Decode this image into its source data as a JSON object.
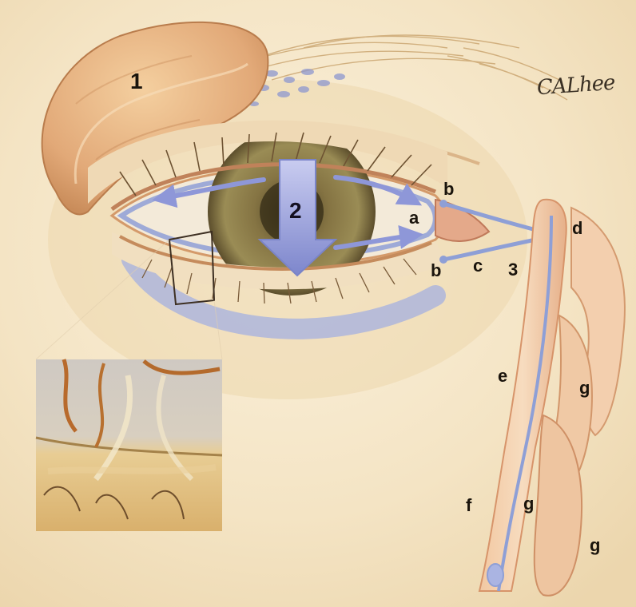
{
  "labels": {
    "l1": "1",
    "l2": "2",
    "l3": "3",
    "a": "a",
    "b_top": "b",
    "b_bottom": "b",
    "c": "c",
    "d": "d",
    "e": "e",
    "f": "f",
    "g_upper": "g",
    "g_middle": "g",
    "g_lower": "g"
  },
  "signature": "CALhee",
  "colors": {
    "skin": "#f6ead2",
    "gland": "#e8b98a",
    "tear_film": "#8e9fd6",
    "arrow": "#9aa3dc",
    "iris": "#7a6a3c"
  }
}
